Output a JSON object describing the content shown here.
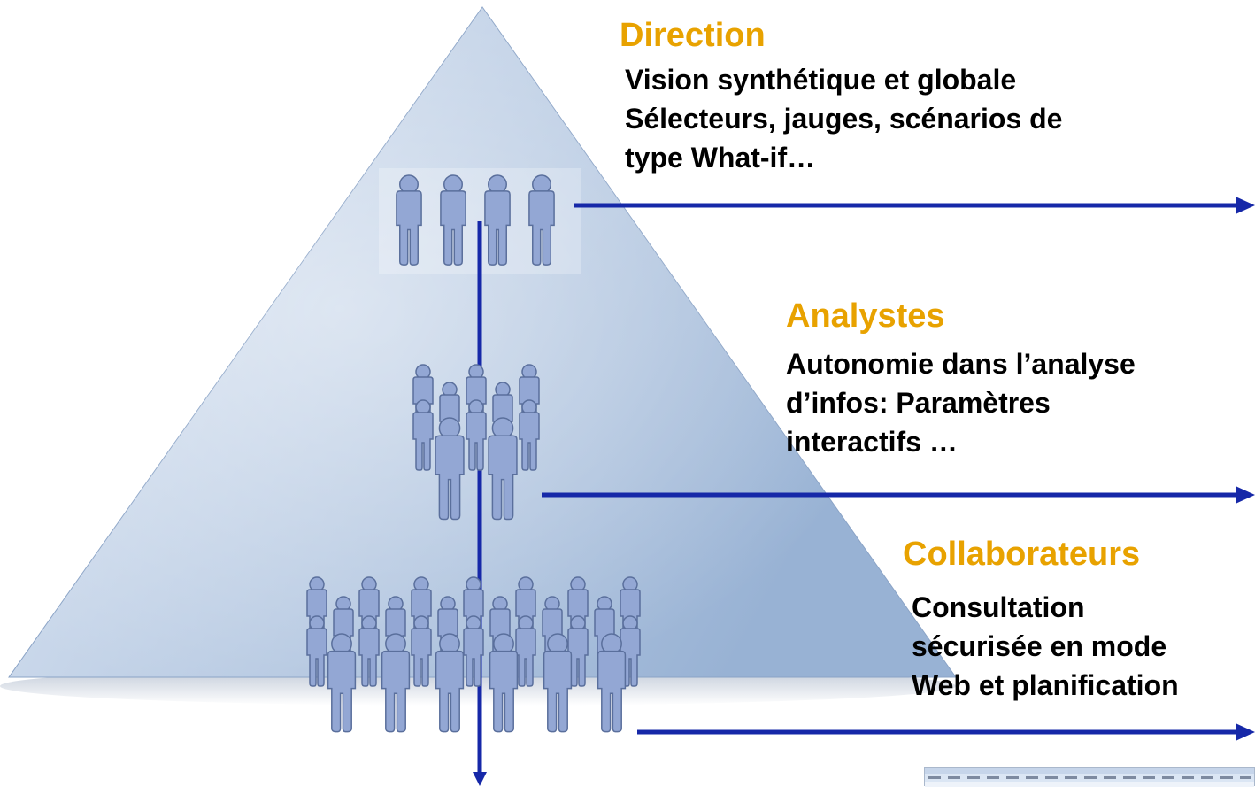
{
  "diagram": {
    "colors": {
      "heading": "#e8a200",
      "text": "#000000",
      "connector": "#1628a8",
      "pyramid_light": "#e3ebf6",
      "pyramid_dark": "#98b2d4",
      "person": "#93a7d4"
    },
    "levels": [
      {
        "heading": "Direction",
        "lines": [
          "Vision synthétique et globale",
          "Sélecteurs, jauges, scénarios de",
          "type What-if…"
        ],
        "people_icon": "four-people-icon"
      },
      {
        "heading": "Analystes",
        "lines": [
          "Autonomie dans l’analyse",
          "d’infos: Paramètres",
          "interactifs …"
        ],
        "people_icon": "group-people-icon"
      },
      {
        "heading": "Collaborateurs",
        "lines": [
          "Consultation",
          "sécurisée en mode",
          "Web et planification"
        ],
        "people_icon": "crowd-people-icon"
      }
    ],
    "screenshot_icon": "application-window-icon"
  }
}
